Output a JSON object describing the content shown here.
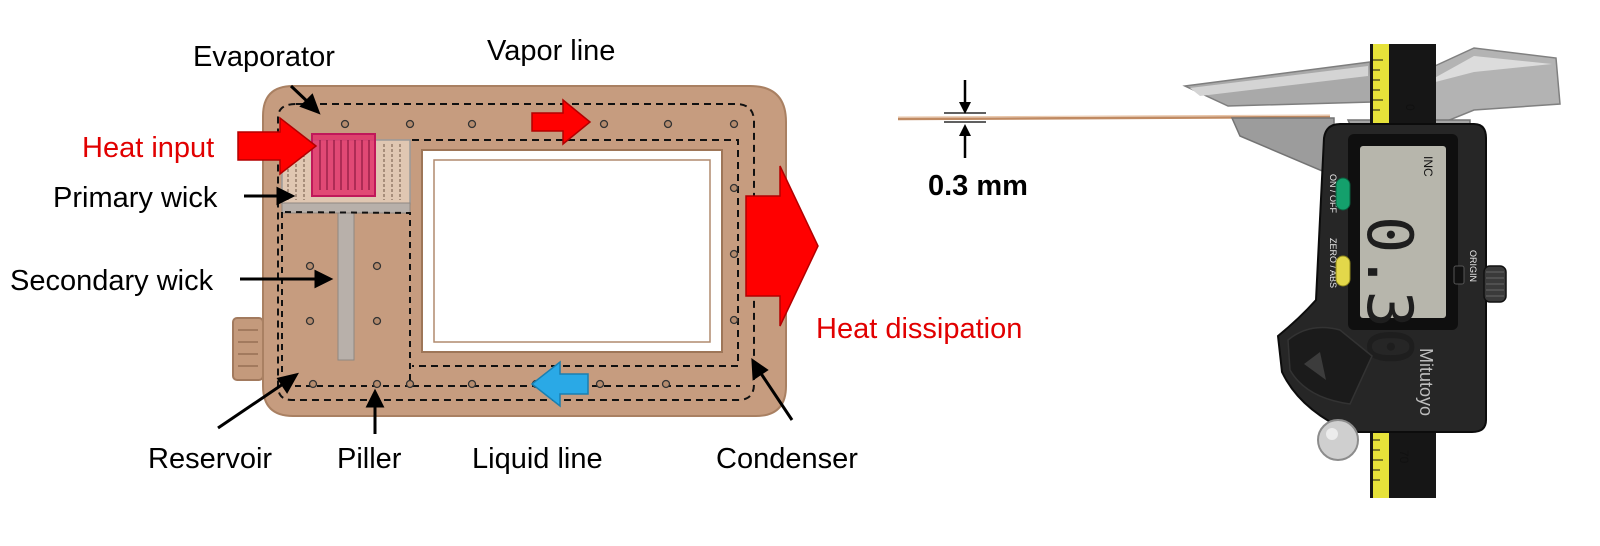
{
  "labels": {
    "evaporator": "Evaporator",
    "vapor_line": "Vapor line",
    "heat_input": "Heat input",
    "primary_wick": "Primary wick",
    "secondary_wick": "Secondary wick",
    "reservoir": "Reservoir",
    "piller": "Piller",
    "liquid_line": "Liquid line",
    "condenser": "Condenser",
    "heat_dissipation": "Heat dissipation",
    "thickness": "0.3 mm"
  },
  "caliper": {
    "display": "0.30",
    "inc": "INC",
    "on_off": "ON / OFF",
    "zero_abs": "ZERO / ABS",
    "origin": "ORIGIN",
    "brand": "Mitutoyo",
    "scale_0": "0",
    "scale_70": "70"
  },
  "colors": {
    "copper": "#c69c7f",
    "heat_arrow": "#ff0000",
    "liquid_arrow": "#2aa9e6",
    "evaporator_patch": "#e0336a",
    "label_red": "#e10000"
  }
}
